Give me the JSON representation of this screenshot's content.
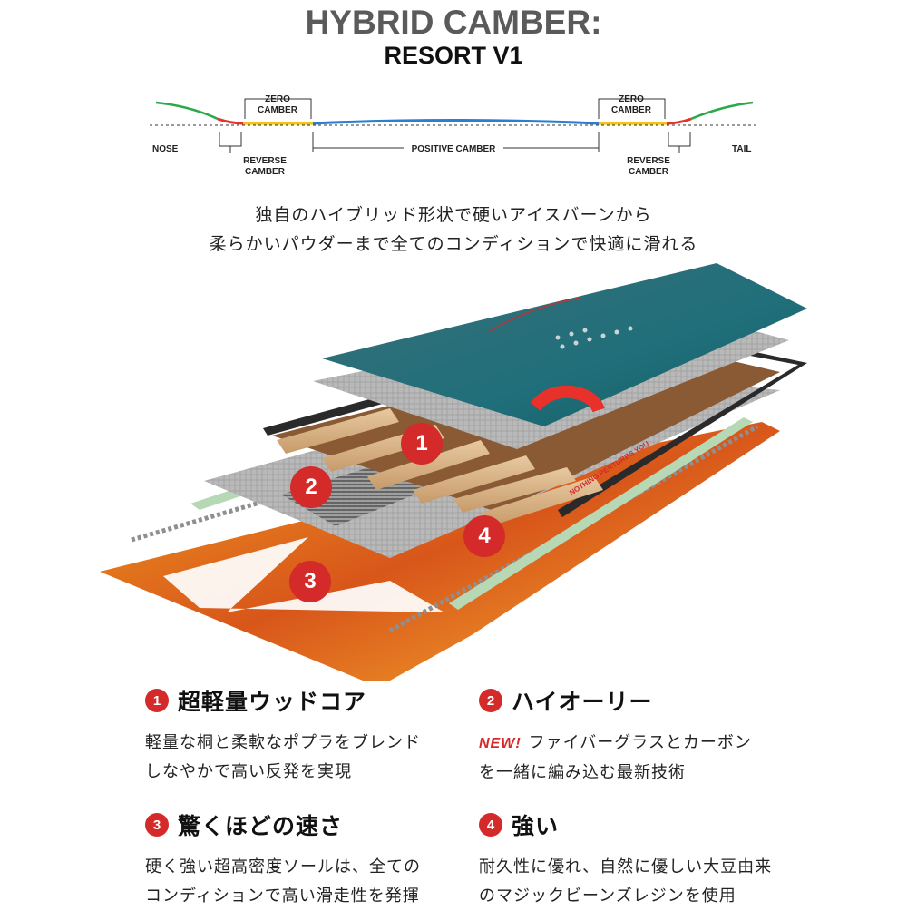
{
  "header": {
    "title": "HYBRID CAMBER:",
    "subtitle": "RESORT V1"
  },
  "profile": {
    "nose": "NOSE",
    "tail": "TAIL",
    "zero_camber_line1": "ZERO",
    "zero_camber_line2": "CAMBER",
    "reverse_camber_line1": "REVERSE",
    "reverse_camber_line2": "CAMBER",
    "positive_camber": "POSITIVE CAMBER",
    "colors": {
      "tip": "#2aa84a",
      "reverse": "#e8312a",
      "zero": "#f1c21b",
      "positive": "#2a7fd0"
    }
  },
  "tagline": {
    "line1": "独自のハイブリッド形状で硬いアイスバーンから",
    "line2": "柔らかいパウダーまで全てのコンディションで快適に滑れる"
  },
  "diagram": {
    "badges": [
      "1",
      "2",
      "3",
      "4"
    ],
    "sidewall_text": "NOTHING PERTURBS YOU",
    "topsheet_color": "#1f6f7a",
    "base_color": "#e67a16",
    "accent": "#d52a2a"
  },
  "features": [
    {
      "num": "1",
      "title": "超軽量ウッドコア",
      "tag": "",
      "line1": "軽量な桐と柔軟なポプラをブレンド",
      "line2": "しなやかで高い反発を実現"
    },
    {
      "num": "2",
      "title": "ハイオーリー",
      "tag": "NEW!",
      "line1": "ファイバーグラスとカーボン",
      "line2": "を一緒に編み込む最新技術"
    },
    {
      "num": "3",
      "title": "驚くほどの速さ",
      "tag": "",
      "line1": "硬く強い超高密度ソールは、全ての",
      "line2": "コンディションで高い滑走性を発揮"
    },
    {
      "num": "4",
      "title": "強い",
      "tag": "",
      "line1": "耐久性に優れ、自然に優しい大豆由来",
      "line2": "のマジックビーンズレジンを使用"
    }
  ]
}
